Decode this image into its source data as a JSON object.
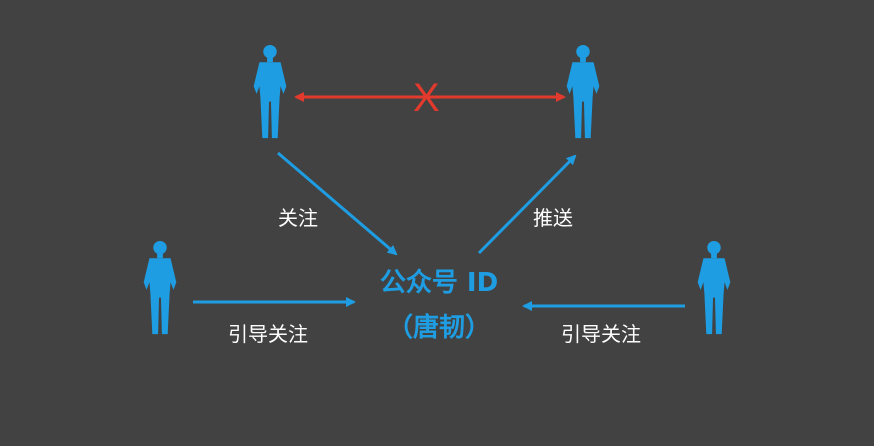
{
  "colors": {
    "background": "#424242",
    "person": "#1e9de3",
    "arrow": "#1e9de3",
    "blocked_arrow": "#e23a2c",
    "label": "#ffffff"
  },
  "icons": [
    "person-icon"
  ],
  "center": {
    "line1": "公众号 ID",
    "line2": "（唐韧）"
  },
  "blocked_mark": "X",
  "labels": {
    "follow": "关注",
    "push": "推送",
    "guide_follow_left": "引导关注",
    "guide_follow_right": "引导关注"
  }
}
